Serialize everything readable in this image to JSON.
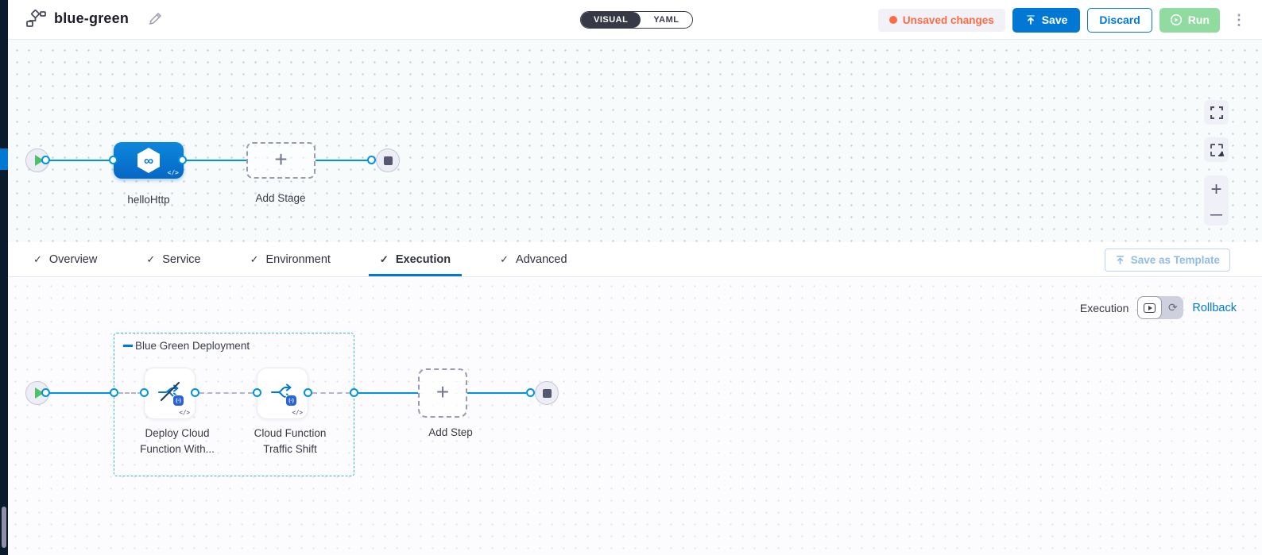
{
  "header": {
    "title": "blue-green",
    "view_toggle": {
      "visual": "VISUAL",
      "yaml": "YAML"
    },
    "unsaved_badge": "Unsaved changes",
    "save_label": "Save",
    "discard_label": "Discard",
    "run_label": "Run",
    "kebab_glyph": "⋮"
  },
  "stage_canvas": {
    "stage_name": "helloHttp",
    "stage_icon_glyph": "∞",
    "stage_code_glyph": "</>",
    "add_stage_label": "Add Stage",
    "plus_glyph": "+",
    "controls": {
      "zoom_in_glyph": "+",
      "zoom_out_glyph": "—"
    }
  },
  "tabs": {
    "check_glyph": "✓",
    "items": [
      {
        "label": "Overview"
      },
      {
        "label": "Service"
      },
      {
        "label": "Environment"
      },
      {
        "label": "Execution"
      },
      {
        "label": "Advanced"
      }
    ],
    "save_as_template_label": "Save as Template"
  },
  "execution_canvas": {
    "mode_label": "Execution",
    "rollback_label": "Rollback",
    "rollback_toggle_glyph": "⟳",
    "group_label": "Blue Green Deployment",
    "steps": [
      {
        "line1": "Deploy Cloud",
        "line2": "Function With...",
        "badge_glyph": "(-)",
        "code_glyph": "</>"
      },
      {
        "line1": "Cloud Function",
        "line2": "Traffic Shift",
        "badge_glyph": "(-)",
        "code_glyph": "</>"
      }
    ],
    "add_step_label": "Add Step",
    "plus_glyph": "+"
  },
  "colors": {
    "primary_blue": "#0278d5",
    "connector_blue": "#0092e4",
    "unsaved_orange": "#ff6b43",
    "run_green": "#90dba0",
    "group_border_blue": "#3fb0ea",
    "dark_nav": "#0a1b2e"
  }
}
